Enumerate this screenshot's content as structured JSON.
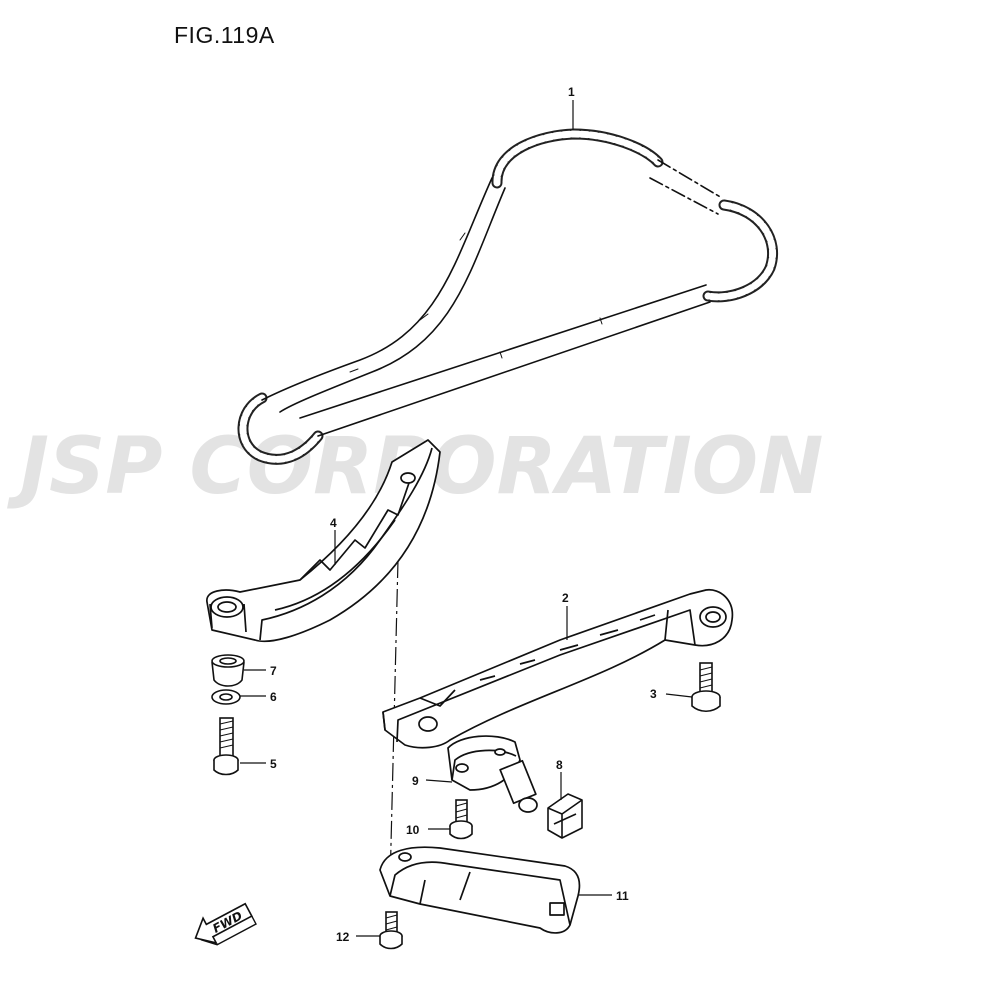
{
  "figure": {
    "title": "FIG.119A"
  },
  "watermark": {
    "text": "JSP CORPORATION"
  },
  "direction_marker": {
    "label": "FWD"
  },
  "callouts": [
    {
      "id": "chain",
      "number": "1"
    },
    {
      "id": "chain-guide",
      "number": "2"
    },
    {
      "id": "guide-bolt",
      "number": "3"
    },
    {
      "id": "tensioner-arm",
      "number": "4"
    },
    {
      "id": "arm-bolt",
      "number": "5"
    },
    {
      "id": "washer",
      "number": "6"
    },
    {
      "id": "bushing",
      "number": "7"
    },
    {
      "id": "adjuster-clip",
      "number": "8"
    },
    {
      "id": "tensioner-adjuster",
      "number": "9"
    },
    {
      "id": "adjuster-bolt",
      "number": "10"
    },
    {
      "id": "cover-plate",
      "number": "11"
    },
    {
      "id": "cover-bolt",
      "number": "12"
    }
  ]
}
